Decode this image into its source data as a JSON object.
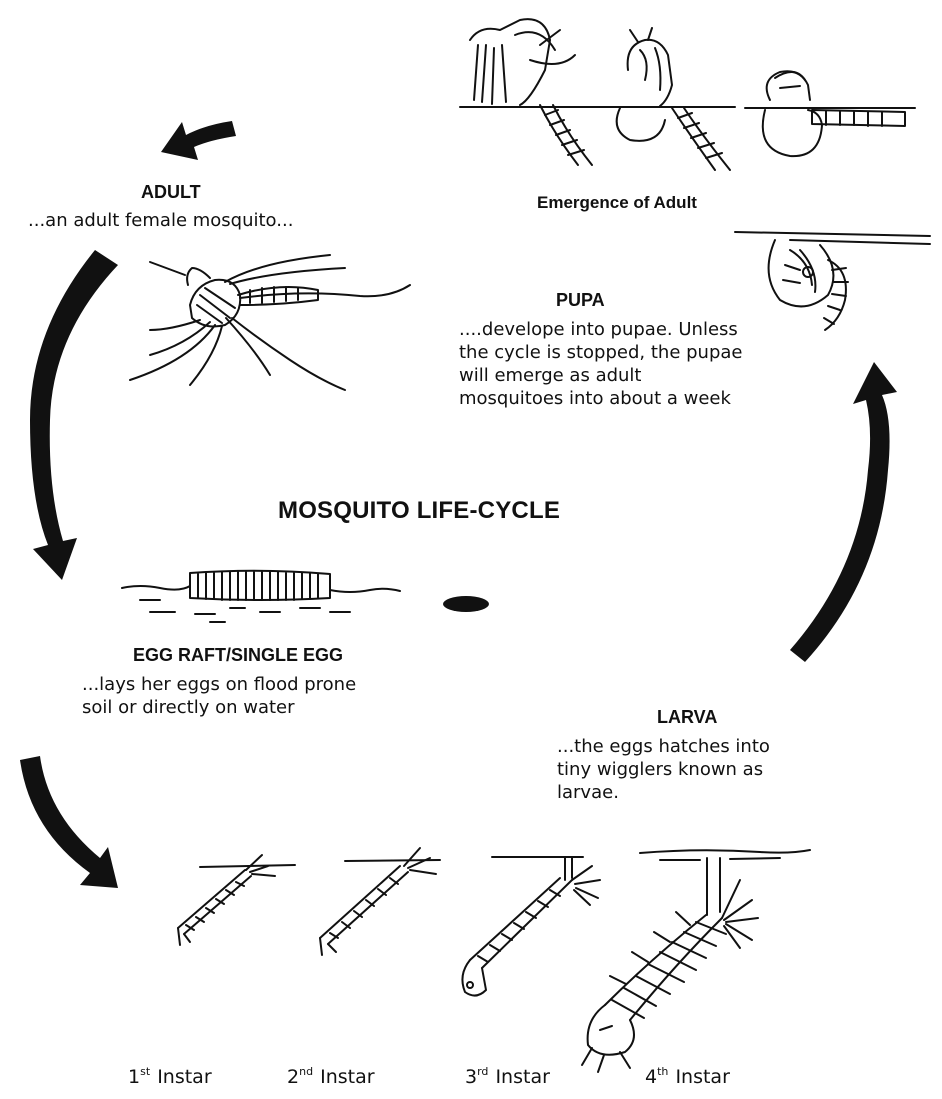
{
  "title": "MOSQUITO LIFE-CYCLE",
  "stages": {
    "adult": {
      "heading": "ADULT",
      "text": "...an adult female mosquito..."
    },
    "emergence": {
      "heading": "Emergence of Adult"
    },
    "pupa": {
      "heading": "PUPA",
      "lines": [
        "....develope into pupae. Unless",
        "the cycle is stopped, the pupae",
        "will emerge as adult",
        "mosquitoes into about a week"
      ]
    },
    "egg": {
      "heading": "EGG RAFT/SINGLE EGG",
      "lines": [
        "...lays her eggs on flood prone",
        "soil or directly on water"
      ]
    },
    "larva": {
      "heading": "LARVA",
      "lines": [
        "...the eggs hatches into",
        "tiny wigglers known as",
        "larvae."
      ]
    }
  },
  "instars": [
    {
      "num": "1",
      "sup": "st",
      "label": "Instar"
    },
    {
      "num": "2",
      "sup": "nd",
      "label": "Instar"
    },
    {
      "num": "3",
      "sup": "rd",
      "label": "Instar"
    },
    {
      "num": "4",
      "sup": "th",
      "label": "Instar"
    }
  ]
}
